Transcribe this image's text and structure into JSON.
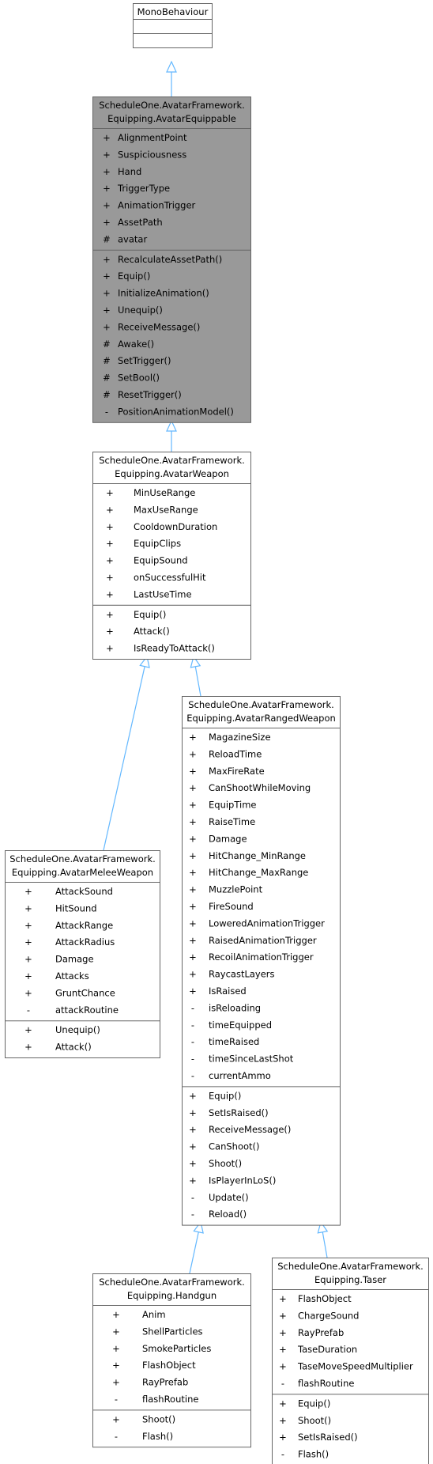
{
  "classes": [
    {
      "id": "mono",
      "title": [
        "MonoBehaviour"
      ],
      "fill": "#ffffff",
      "titleFill": "#ffffff",
      "attrs": [],
      "methods": []
    },
    {
      "id": "equippable",
      "title": [
        "ScheduleOne.AvatarFramework.",
        "Equipping.AvatarEquippable"
      ],
      "fill": "#999999",
      "titleFill": "#999999",
      "attrs": [
        {
          "v": "+",
          "n": "AlignmentPoint"
        },
        {
          "v": "+",
          "n": "Suspiciousness"
        },
        {
          "v": "+",
          "n": "Hand"
        },
        {
          "v": "+",
          "n": "TriggerType"
        },
        {
          "v": "+",
          "n": "AnimationTrigger"
        },
        {
          "v": "+",
          "n": "AssetPath"
        },
        {
          "v": "#",
          "n": "avatar"
        }
      ],
      "methods": [
        {
          "v": "+",
          "n": "RecalculateAssetPath()"
        },
        {
          "v": "+",
          "n": "Equip()"
        },
        {
          "v": "+",
          "n": "InitializeAnimation()"
        },
        {
          "v": "+",
          "n": "Unequip()"
        },
        {
          "v": "+",
          "n": "ReceiveMessage()"
        },
        {
          "v": "#",
          "n": "Awake()"
        },
        {
          "v": "#",
          "n": "SetTrigger()"
        },
        {
          "v": "#",
          "n": "SetBool()"
        },
        {
          "v": "#",
          "n": "ResetTrigger()"
        },
        {
          "v": "-",
          "n": "PositionAnimationModel()"
        }
      ]
    },
    {
      "id": "weapon",
      "title": [
        "ScheduleOne.AvatarFramework.",
        "Equipping.AvatarWeapon"
      ],
      "fill": "#ffffff",
      "titleFill": "#ffffff",
      "attrs": [
        {
          "v": "+",
          "n": "MinUseRange"
        },
        {
          "v": "+",
          "n": "MaxUseRange"
        },
        {
          "v": "+",
          "n": "CooldownDuration"
        },
        {
          "v": "+",
          "n": "EquipClips"
        },
        {
          "v": "+",
          "n": "EquipSound"
        },
        {
          "v": "+",
          "n": "onSuccessfulHit"
        },
        {
          "v": "+",
          "n": "LastUseTime"
        }
      ],
      "methods": [
        {
          "v": "+",
          "n": "Equip()"
        },
        {
          "v": "+",
          "n": "Attack()"
        },
        {
          "v": "+",
          "n": "IsReadyToAttack()"
        }
      ]
    },
    {
      "id": "melee",
      "title": [
        "ScheduleOne.AvatarFramework.",
        "Equipping.AvatarMeleeWeapon"
      ],
      "fill": "#ffffff",
      "titleFill": "#ffffff",
      "attrs": [
        {
          "v": "+",
          "n": "AttackSound"
        },
        {
          "v": "+",
          "n": "HitSound"
        },
        {
          "v": "+",
          "n": "AttackRange"
        },
        {
          "v": "+",
          "n": "AttackRadius"
        },
        {
          "v": "+",
          "n": "Damage"
        },
        {
          "v": "+",
          "n": "Attacks"
        },
        {
          "v": "+",
          "n": "GruntChance"
        },
        {
          "v": "-",
          "n": "attackRoutine"
        }
      ],
      "methods": [
        {
          "v": "+",
          "n": "Unequip()"
        },
        {
          "v": "+",
          "n": "Attack()"
        }
      ]
    },
    {
      "id": "ranged",
      "title": [
        "ScheduleOne.AvatarFramework.",
        "Equipping.AvatarRangedWeapon"
      ],
      "fill": "#ffffff",
      "titleFill": "#ffffff",
      "attrs": [
        {
          "v": "+",
          "n": "MagazineSize"
        },
        {
          "v": "+",
          "n": "ReloadTime"
        },
        {
          "v": "+",
          "n": "MaxFireRate"
        },
        {
          "v": "+",
          "n": "CanShootWhileMoving"
        },
        {
          "v": "+",
          "n": "EquipTime"
        },
        {
          "v": "+",
          "n": "RaiseTime"
        },
        {
          "v": "+",
          "n": "Damage"
        },
        {
          "v": "+",
          "n": "HitChange_MinRange"
        },
        {
          "v": "+",
          "n": "HitChange_MaxRange"
        },
        {
          "v": "+",
          "n": "MuzzlePoint"
        },
        {
          "v": "+",
          "n": "FireSound"
        },
        {
          "v": "+",
          "n": "LoweredAnimationTrigger"
        },
        {
          "v": "+",
          "n": "RaisedAnimationTrigger"
        },
        {
          "v": "+",
          "n": "RecoilAnimationTrigger"
        },
        {
          "v": "+",
          "n": "RaycastLayers"
        },
        {
          "v": "+",
          "n": "IsRaised"
        },
        {
          "v": "-",
          "n": "isReloading"
        },
        {
          "v": "-",
          "n": "timeEquipped"
        },
        {
          "v": "-",
          "n": "timeRaised"
        },
        {
          "v": "-",
          "n": "timeSinceLastShot"
        },
        {
          "v": "-",
          "n": "currentAmmo"
        }
      ],
      "methods": [
        {
          "v": "+",
          "n": "Equip()"
        },
        {
          "v": "+",
          "n": "SetIsRaised()"
        },
        {
          "v": "+",
          "n": "ReceiveMessage()"
        },
        {
          "v": "+",
          "n": "CanShoot()"
        },
        {
          "v": "+",
          "n": "Shoot()"
        },
        {
          "v": "+",
          "n": "IsPlayerInLoS()"
        },
        {
          "v": "-",
          "n": "Update()"
        },
        {
          "v": "-",
          "n": "Reload()"
        }
      ]
    },
    {
      "id": "handgun",
      "title": [
        "ScheduleOne.AvatarFramework.",
        "Equipping.Handgun"
      ],
      "fill": "#ffffff",
      "titleFill": "#ffffff",
      "attrs": [
        {
          "v": "+",
          "n": "Anim"
        },
        {
          "v": "+",
          "n": "ShellParticles"
        },
        {
          "v": "+",
          "n": "SmokeParticles"
        },
        {
          "v": "+",
          "n": "FlashObject"
        },
        {
          "v": "+",
          "n": "RayPrefab"
        },
        {
          "v": "-",
          "n": "flashRoutine"
        }
      ],
      "methods": [
        {
          "v": "+",
          "n": "Shoot()"
        },
        {
          "v": "-",
          "n": "Flash()"
        }
      ]
    },
    {
      "id": "taser",
      "title": [
        "ScheduleOne.AvatarFramework.",
        "Equipping.Taser"
      ],
      "fill": "#ffffff",
      "titleFill": "#ffffff",
      "attrs": [
        {
          "v": "+",
          "n": "FlashObject"
        },
        {
          "v": "+",
          "n": "ChargeSound"
        },
        {
          "v": "+",
          "n": "RayPrefab"
        },
        {
          "v": "+",
          "n": "TaseDuration"
        },
        {
          "v": "+",
          "n": "TaseMoveSpeedMultiplier"
        },
        {
          "v": "-",
          "n": "flashRoutine"
        }
      ],
      "methods": [
        {
          "v": "+",
          "n": "Equip()"
        },
        {
          "v": "+",
          "n": "Shoot()"
        },
        {
          "v": "+",
          "n": "SetIsRaised()"
        },
        {
          "v": "-",
          "n": "Flash()"
        }
      ]
    }
  ],
  "inheritance": [
    {
      "child": "equippable",
      "parent": "mono"
    },
    {
      "child": "weapon",
      "parent": "equippable"
    },
    {
      "child": "melee",
      "parent": "weapon"
    },
    {
      "child": "ranged",
      "parent": "weapon"
    },
    {
      "child": "handgun",
      "parent": "ranged"
    },
    {
      "child": "taser",
      "parent": "ranged"
    }
  ],
  "colors": {
    "border": "#666666",
    "arrow": "#63b8ff",
    "text": "#000000"
  }
}
